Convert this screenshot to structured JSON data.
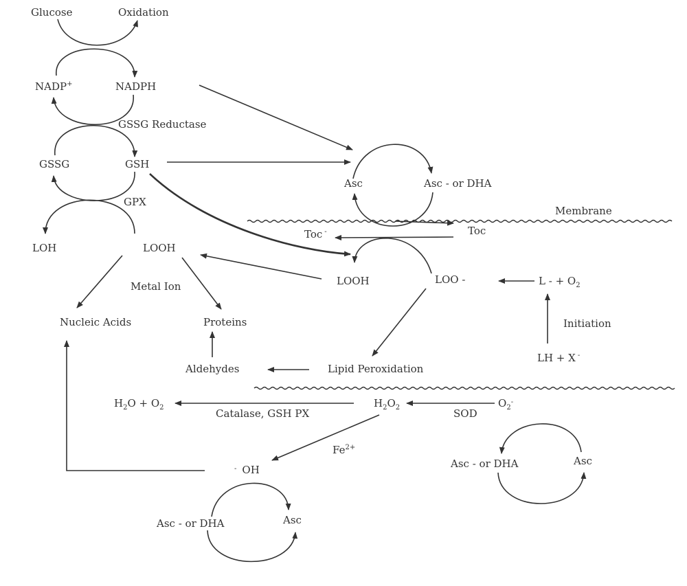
{
  "labels": {
    "glucose": "Glucose",
    "oxidation": "Oxidation",
    "nadp": "NADP",
    "nadp_sup": "+",
    "nadph": "NADPH",
    "gssg_reductase": "GSSG Reductase",
    "gssg": "GSSG",
    "gsh": "GSH",
    "gpx": "GPX",
    "loh": "LOH",
    "looh": "LOOH",
    "metal_ion": "Metal Ion",
    "nucleic_acids": "Nucleic Acids",
    "proteins": "Proteins",
    "aldehydes": "Aldehydes",
    "asc_top": "Asc",
    "asc_dha_top": "Asc - or DHA",
    "membrane": "Membrane",
    "toc_radical": "Toc",
    "toc_radical_sup": "-",
    "toc": "Toc",
    "looh_membrane": "LOOH",
    "loo_radical": "LOO -",
    "l_radical_o2": "L - + O",
    "l_radical_o2_sub": "2",
    "initiation": "Initiation",
    "lh_x": "LH + X",
    "lh_x_sup": "-",
    "lipid_peroxidation": "Lipid Peroxidation",
    "h2o_o2_a": "H",
    "h2o_o2_sub1": "2",
    "h2o_o2_b": "O + O",
    "h2o_o2_sub2": "2",
    "catalase": "Catalase, GSH PX",
    "h2o2_a": "H",
    "h2o2_sub1": "2",
    "h2o2_b": "O",
    "h2o2_sub2": "2",
    "sod": "SOD",
    "superoxide_a": "O",
    "superoxide_sub": "2",
    "superoxide_sup": "-",
    "fe2": "Fe",
    "fe2_sup": "2+",
    "hydroxyl_dot": "-",
    "hydroxyl": "OH",
    "asc_dha_bottom": "Asc - or DHA",
    "asc_bottom": "Asc",
    "asc_dha_right": "Asc - or DHA",
    "asc_right": "Asc"
  },
  "colors": {
    "ink": "#333333",
    "background": "#ffffff"
  }
}
